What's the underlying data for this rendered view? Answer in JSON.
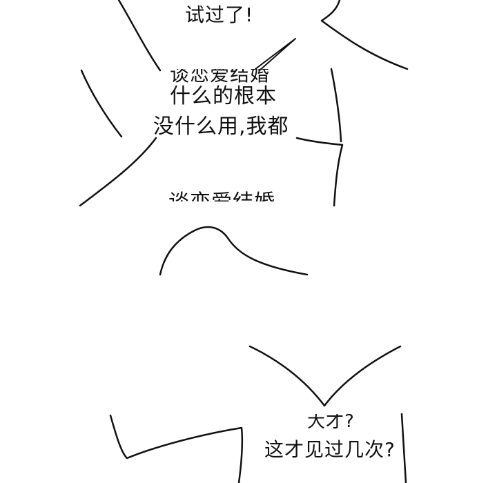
{
  "panels": [
    {
      "bubbles": [
        {
          "lines": [
            "试过了!"
          ]
        }
      ]
    },
    {
      "bubbles": [
        {
          "lines": [
            "谈恋爱结婚",
            "什么的根本",
            "没什么用,我都"
          ]
        },
        {
          "lines": [
            "谈恋爱结婚"
          ]
        }
      ]
    },
    {
      "bubbles": []
    },
    {
      "bubbles": [
        {
          "lines": [
            "大才?",
            "这才见过几次?"
          ]
        }
      ]
    }
  ]
}
